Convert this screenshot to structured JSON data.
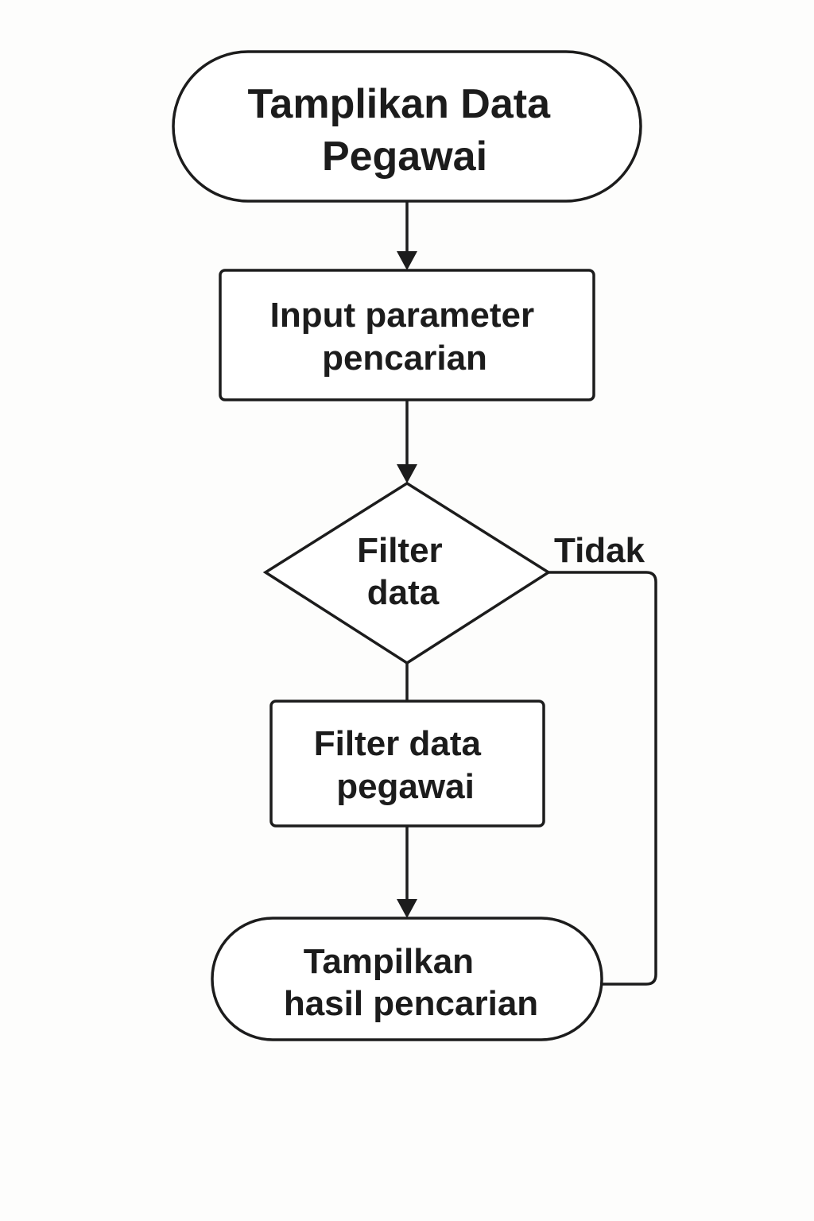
{
  "flowchart": {
    "start": {
      "shape": "terminal",
      "lines": [
        "Tamplikan Data",
        "Pegawai"
      ]
    },
    "input": {
      "shape": "process",
      "lines": [
        "Input parameter",
        "pencarian"
      ]
    },
    "decision": {
      "shape": "decision",
      "lines": [
        "Filter",
        "data"
      ],
      "branch_no_label": "Tidak"
    },
    "process": {
      "shape": "process",
      "lines": [
        "Filter data",
        "pegawai"
      ]
    },
    "end": {
      "shape": "terminal",
      "lines": [
        "Tampilkan",
        "hasil pencarian"
      ]
    }
  },
  "colors": {
    "stroke": "#1c1c1c",
    "background": "#fdfdfc",
    "shape_fill": "#ffffff"
  }
}
